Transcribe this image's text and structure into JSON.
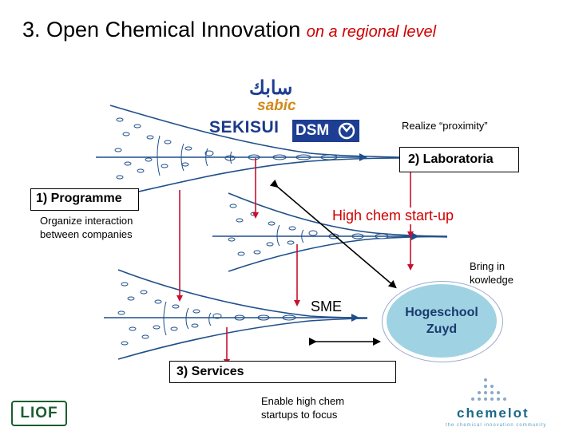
{
  "title": {
    "main": "3. Open Chemical Innovation",
    "sub": "on a regional level"
  },
  "boxes": {
    "programme": "1) Programme",
    "laboratoria": "2) Laboratoria",
    "services": "3) Services"
  },
  "notes": {
    "organize_line1": "Organize interaction",
    "organize_line2": "between companies",
    "realize": "Realize “proximity”",
    "bring_line1": "Bring in",
    "bring_line2": "kowledge",
    "enable_line1": "Enable high chem",
    "enable_line2": "startups to focus"
  },
  "labels": {
    "high_chem": "High chem start-up",
    "sme": "SME",
    "hogeschool_line1": "Hogeschool",
    "hogeschool_line2": "Zuyd"
  },
  "logos": {
    "sekisui": "SEKISUI",
    "dsm": "DSM",
    "sabic_latin": "sabic",
    "sabic_arabic": "سابك",
    "liof": "LIOF",
    "chemelot": "chemelot",
    "chemelot_tagline": "the chemical innovation community"
  },
  "colors": {
    "funnel_blue": "#1f4f8a",
    "arrow_red": "#c8102e",
    "title_red": "#d00000",
    "label_red": "#d00000",
    "hogeschool_fill": "#9fd3e3",
    "dsm_blue": "#1d3e93",
    "liof_green": "#1a5e2e"
  }
}
